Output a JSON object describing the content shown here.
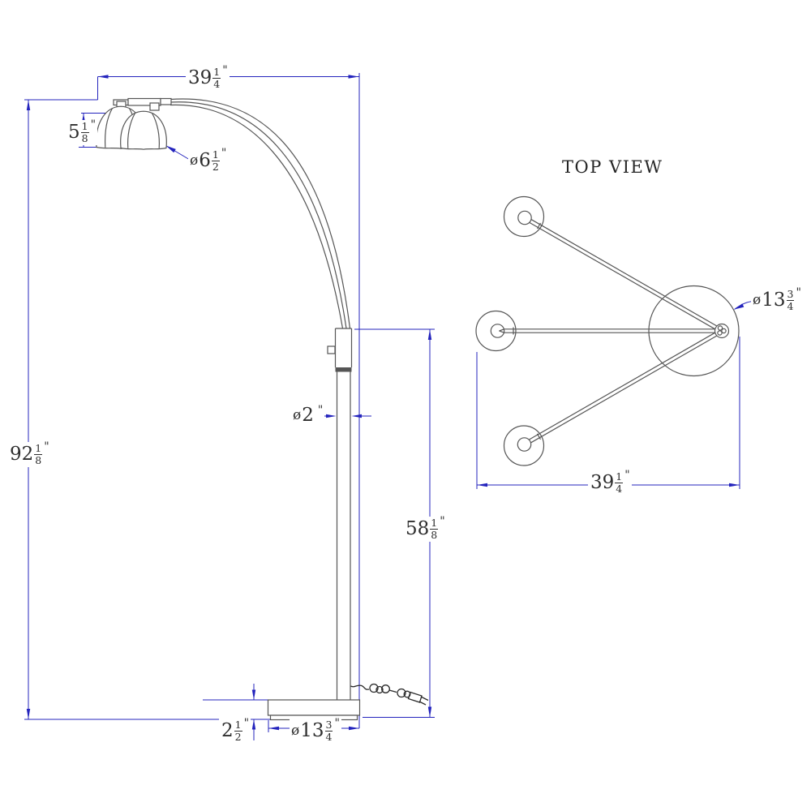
{
  "colors": {
    "dimension": "#2424bd",
    "geometry": "#555555",
    "text": "#2e2e2e",
    "cord": "#2a2a2a"
  },
  "side_view": {
    "dims": {
      "arc_reach": {
        "prefix": "",
        "whole": "39",
        "num": "1",
        "den": "4",
        "unit": "\""
      },
      "shade_height": {
        "prefix": "",
        "whole": "5",
        "num": "1",
        "den": "8",
        "unit": "\""
      },
      "shade_diameter": {
        "prefix": "ø",
        "whole": "6",
        "num": "1",
        "den": "2",
        "unit": "\""
      },
      "total_height": {
        "prefix": "",
        "whole": "92",
        "num": "1",
        "den": "8",
        "unit": "\""
      },
      "pole_diameter": {
        "prefix": "ø",
        "whole": "2",
        "num": "",
        "den": "",
        "unit": "\""
      },
      "pole_height": {
        "prefix": "",
        "whole": "58",
        "num": "1",
        "den": "8",
        "unit": "\""
      },
      "base_height": {
        "prefix": "",
        "whole": "2",
        "num": "1",
        "den": "2",
        "unit": "\""
      },
      "base_diameter": {
        "prefix": "ø",
        "whole": "13",
        "num": "3",
        "den": "4",
        "unit": "\""
      }
    }
  },
  "top_view": {
    "title": "TOP VIEW",
    "dims": {
      "base_diameter": {
        "prefix": "ø",
        "whole": "13",
        "num": "3",
        "den": "4",
        "unit": "\""
      },
      "span_width": {
        "prefix": "",
        "whole": "39",
        "num": "1",
        "den": "4",
        "unit": "\""
      }
    }
  }
}
